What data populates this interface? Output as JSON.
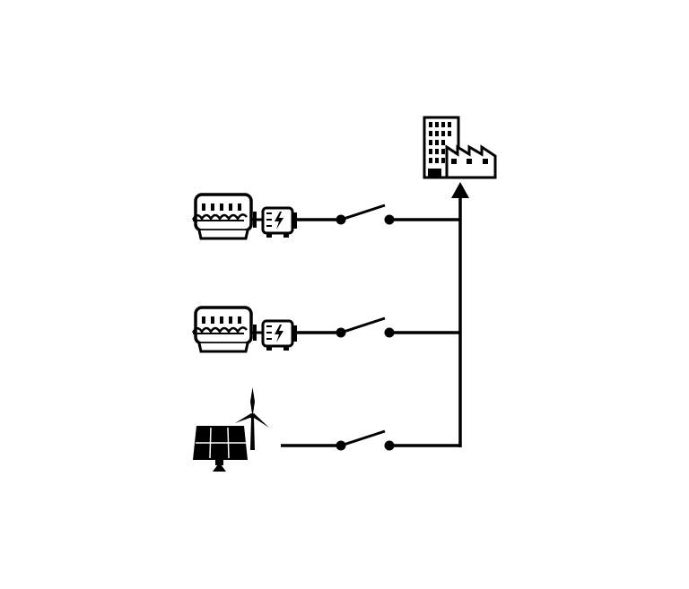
{
  "diagram": {
    "type": "power-distribution-single-line",
    "colors": {
      "stroke": "#000000",
      "background": "#ffffff"
    },
    "sources": [
      {
        "icon": "engine-generator-icon",
        "switch": "open"
      },
      {
        "icon": "engine-generator-icon",
        "switch": "open"
      },
      {
        "icon": "solar-wind-icon",
        "switch": "open"
      }
    ],
    "load": {
      "icon": "building-factory-icon"
    }
  }
}
